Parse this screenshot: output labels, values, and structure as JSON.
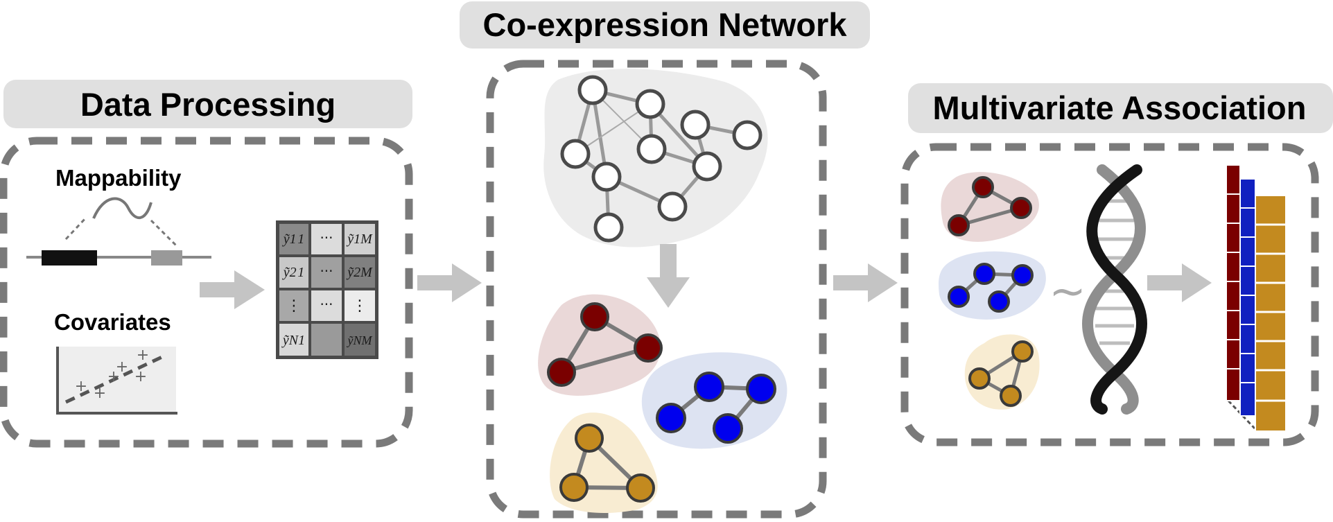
{
  "sections": {
    "data_processing": {
      "title": "Data Processing",
      "mappability_label": "Mappability",
      "covariates_label": "Covariates",
      "scatter_marker": "+",
      "tilde": "~",
      "matrix": {
        "rows": [
          [
            "ỹ1 1",
            "···",
            "ỹ1M"
          ],
          [
            "ỹ2 1",
            "···",
            "ỹ2M"
          ],
          [
            "⋮",
            "···",
            "⋮"
          ],
          [
            "ỹN1",
            "",
            "ỹNM"
          ]
        ]
      }
    },
    "coexpression": {
      "title": "Co-expression Network"
    },
    "multivariate": {
      "title": "Multivariate Association",
      "tilde": "~"
    }
  },
  "colors": {
    "title_bg": "#e0e0e0",
    "dash": "#7a7a7a",
    "arrow": "#c4c4c4",
    "module_red": "#7a0000",
    "module_blue": "#0000ee",
    "module_gold": "#c38a1f",
    "blob_red": "#ead8d8",
    "blob_blue": "#dde3f2",
    "blob_gold": "#f8ecd2",
    "blob_grey": "#ececec"
  },
  "icons": [
    "right-arrow-icon",
    "down-arrow-icon",
    "dna-helix-icon",
    "gene-track-icon",
    "network-icon"
  ]
}
